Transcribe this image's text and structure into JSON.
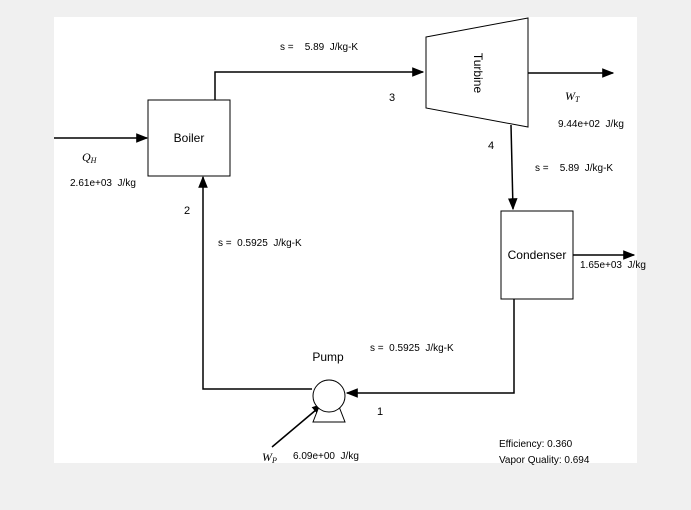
{
  "components": {
    "boiler": "Boiler",
    "turbine": "Turbine",
    "condenser": "Condenser",
    "pump": "Pump"
  },
  "states": {
    "s1": "1",
    "s2": "2",
    "s3": "3",
    "s4": "4"
  },
  "entropy": {
    "boiler_to_turbine": "s =    5.89  J/kg-K",
    "turbine_to_condenser": "s =    5.89  J/kg-K",
    "pump_to_boiler": "s =  0.5925  J/kg-K",
    "condenser_to_pump": "s =  0.5925  J/kg-K"
  },
  "energy": {
    "qh_symbol": "Q",
    "qh_sub": "H",
    "qh_value": "2.61e+03  J/kg",
    "wt_symbol": "W",
    "wt_sub": "T",
    "wt_value": "9.44e+02  J/kg",
    "ql_value": "1.65e+03  J/kg",
    "wp_symbol": "W",
    "wp_sub": "P",
    "wp_value": "6.09e+00  J/kg"
  },
  "results": {
    "efficiency": "Efficiency: 0.360",
    "vapor_quality": "Vapor Quality: 0.694"
  },
  "colors": {
    "background": "#f0f0f0",
    "panel": "#ffffff",
    "line": "#000000"
  }
}
